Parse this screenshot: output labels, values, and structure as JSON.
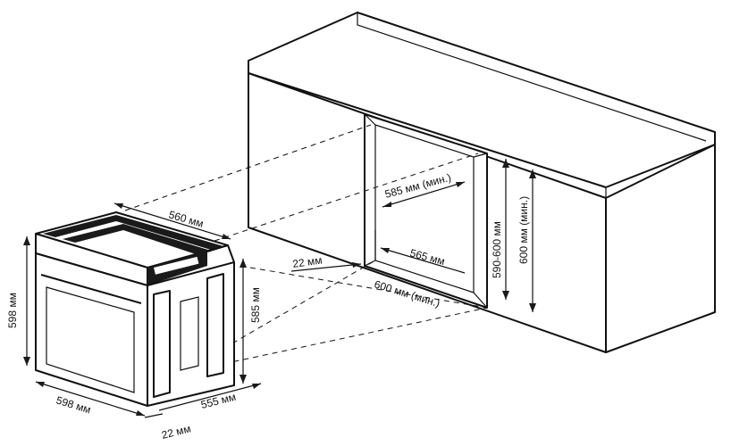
{
  "labels": {
    "cab_opening_width": "585 мм (мин.)",
    "cab_opening_depth": "565 мм",
    "cab_opening_height": "590-600 мм",
    "cab_height_min": "600 мм (мин.)",
    "cab_front_width": "600 мм (мин.)",
    "cab_gap": "22 мм",
    "oven_top_depth": "560 мм",
    "oven_body_height": "585 мм",
    "oven_front_height": "598 мм",
    "oven_front_width": "598 мм",
    "oven_frame_depth": "22 мм",
    "oven_body_depth": "555 мм"
  }
}
